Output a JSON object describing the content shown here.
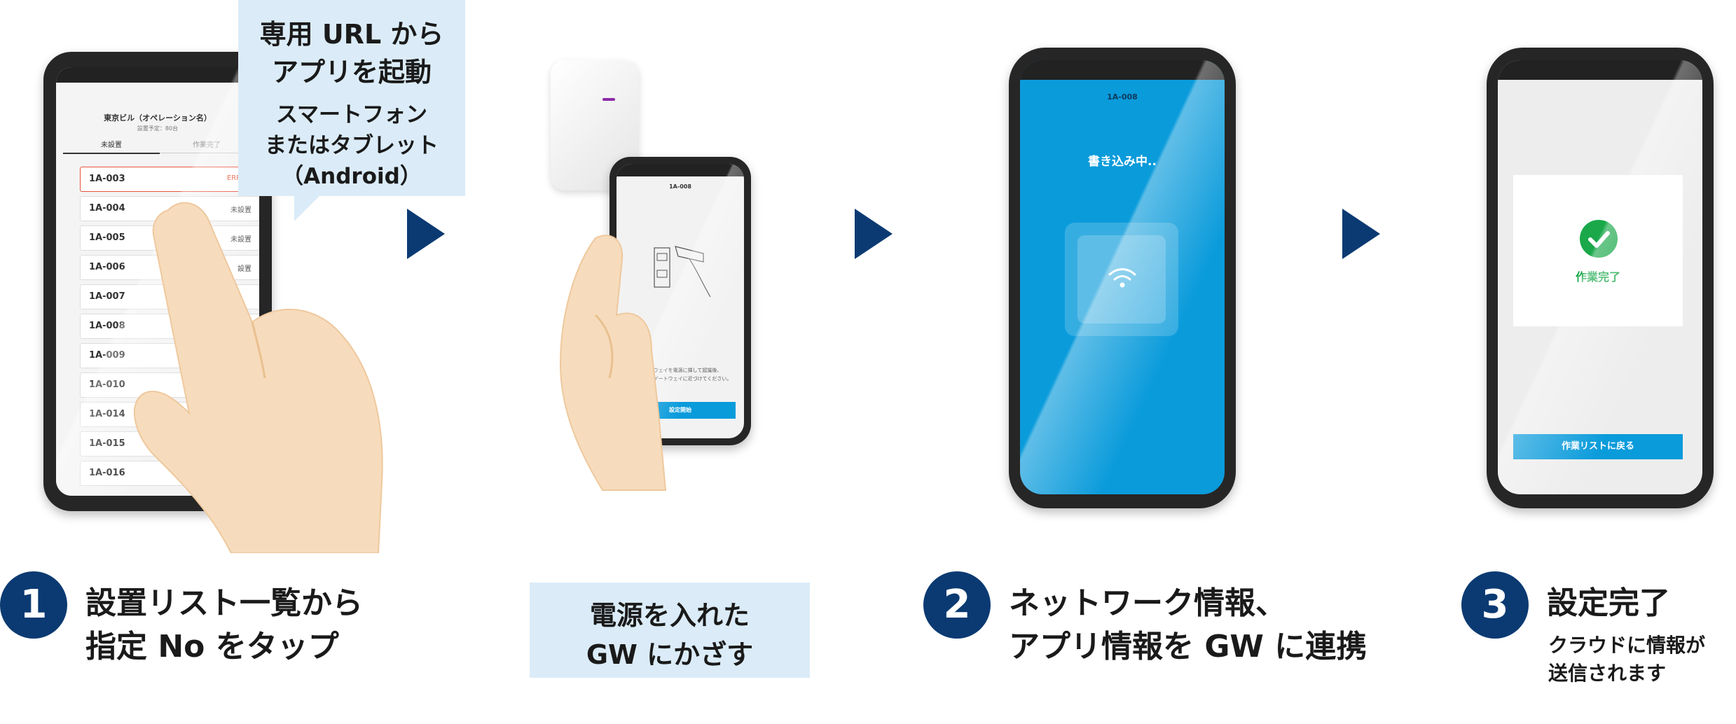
{
  "tablet": {
    "title": "東京ビル（オペレーション名）",
    "subtitle": "設置予定：80台",
    "tabs": [
      {
        "label": "未設置"
      },
      {
        "label": "作業完了"
      }
    ],
    "rows": [
      {
        "id": "1A-003",
        "status": "ERROR"
      },
      {
        "id": "1A-004",
        "status": "未設置"
      },
      {
        "id": "1A-005",
        "status": "未設置"
      },
      {
        "id": "1A-006",
        "status": "設置"
      },
      {
        "id": "1A-007",
        "status": ""
      },
      {
        "id": "1A-008",
        "status": ""
      },
      {
        "id": "1A-009",
        "status": ""
      },
      {
        "id": "1A-010",
        "status": ""
      },
      {
        "id": "1A-014",
        "status": ""
      },
      {
        "id": "1A-015",
        "status": ""
      },
      {
        "id": "1A-016",
        "status": ""
      }
    ]
  },
  "callout": {
    "line1": "専用 URL から",
    "line2": "アプリを起動",
    "line3": "スマートフォン",
    "line4": "またはタブレット",
    "line5": "（Android）"
  },
  "phone_gw": {
    "device_id": "1A-008",
    "instruction1": "ゲートウェイを電源に挿して認識後、",
    "instruction2": "この端末をゲートウェイに近づけてください。",
    "button": "設定開始"
  },
  "phone_writing": {
    "device_id": "1A-008",
    "status": "書き込み中.."
  },
  "phone_done": {
    "done_label": "作業完了",
    "back_button": "作業リストに戻る"
  },
  "steps": {
    "step1": {
      "number": "1",
      "line1": "設置リスト一覧から",
      "line2": "指定 No をタップ"
    },
    "middle": {
      "line1": "電源を入れた",
      "line2": "GW にかざす"
    },
    "step2": {
      "number": "2",
      "line1": "ネットワーク情報、",
      "line2": "アプリ情報を GW に連携"
    },
    "step3": {
      "number": "3",
      "line1": "設定完了",
      "sub1": "クラウドに情報が",
      "sub2": "送信されます"
    }
  },
  "colors": {
    "navy": "#0b3a72",
    "accent_blue": "#0a9bdb",
    "callout_bg": "#dbecf8",
    "success_green": "#1aa84a",
    "error_red": "#e8533a"
  }
}
